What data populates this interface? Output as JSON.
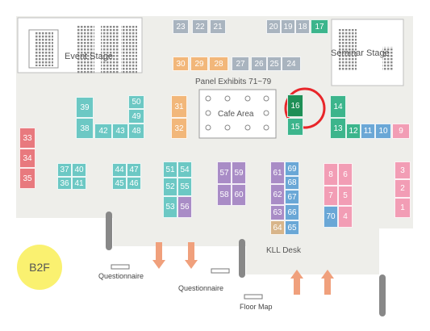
{
  "map": {
    "floor_label": "B2F",
    "labels": {
      "event_stage": "Event Stage",
      "seminar_stage": "Seminar Stage",
      "panel_exhibits": "Panel Exhibits 71~79",
      "cafe_area": "Cafe Area",
      "kll_desk": "KLL Desk",
      "questionnaire_left": "Questionnaire",
      "questionnaire_center": "Questionnaire",
      "floor_map": "Floor Map"
    },
    "highlighted_booth": "16",
    "colors": {
      "gray": "#a9b4bf",
      "orange": "#f2b77a",
      "teal": "#6cc8c4",
      "green": "#3cb58c",
      "highlight": "#1e8f56",
      "pink": "#f29db5",
      "blue": "#6aa7d6",
      "purple": "#a98cc6",
      "tan": "#d8b58a",
      "floor": "#eeeeea",
      "badge": "#faf170",
      "marker": "#e8262a"
    }
  }
}
